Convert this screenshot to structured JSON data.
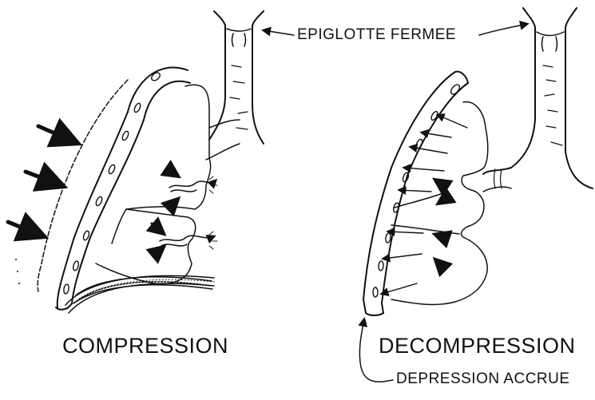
{
  "labels": {
    "epiglotte": "EPIGLOTTE FERMEE",
    "compression": "COMPRESSION",
    "decompression": "DECOMPRESSION",
    "depression": "DEPRESSION ACCRUE"
  },
  "colors": {
    "ink": "#111111",
    "paper": "#ffffff"
  }
}
